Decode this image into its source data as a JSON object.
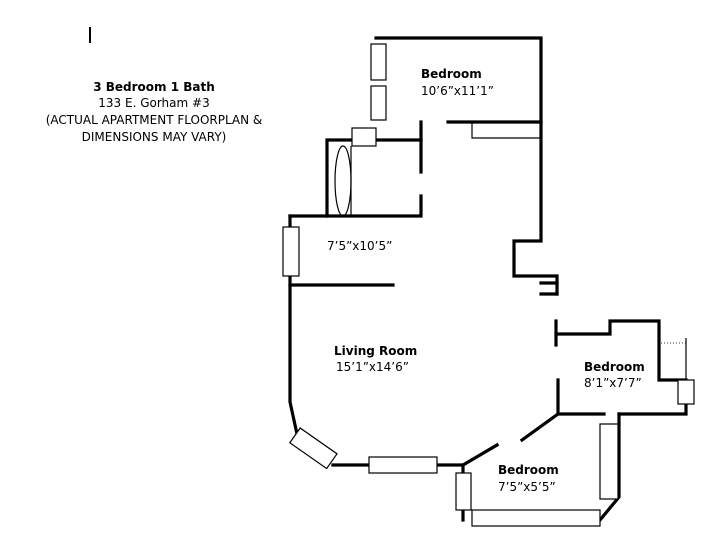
{
  "header": {
    "title": "3 Bedroom 1 Bath",
    "address": "133 E. Gorham #3",
    "note_line1": "(ACTUAL APARTMENT FLOORPLAN &",
    "note_line2": "DIMENSIONS MAY VARY)"
  },
  "rooms": {
    "bedroom_top": {
      "label": "Bedroom",
      "dims": "10’6”x11’1”"
    },
    "kitchen": {
      "label": "",
      "dims": "7’5”x10’5”"
    },
    "living_room": {
      "label": "Living Room",
      "dims": "15’1”x14’6”"
    },
    "bedroom_right": {
      "label": "Bedroom",
      "dims": "8’1”x7’7”"
    },
    "bedroom_bottom": {
      "label": "Bedroom",
      "dims": "7’5”x5’5”"
    }
  },
  "colors": {
    "wall": "#000000",
    "background": "#ffffff"
  }
}
